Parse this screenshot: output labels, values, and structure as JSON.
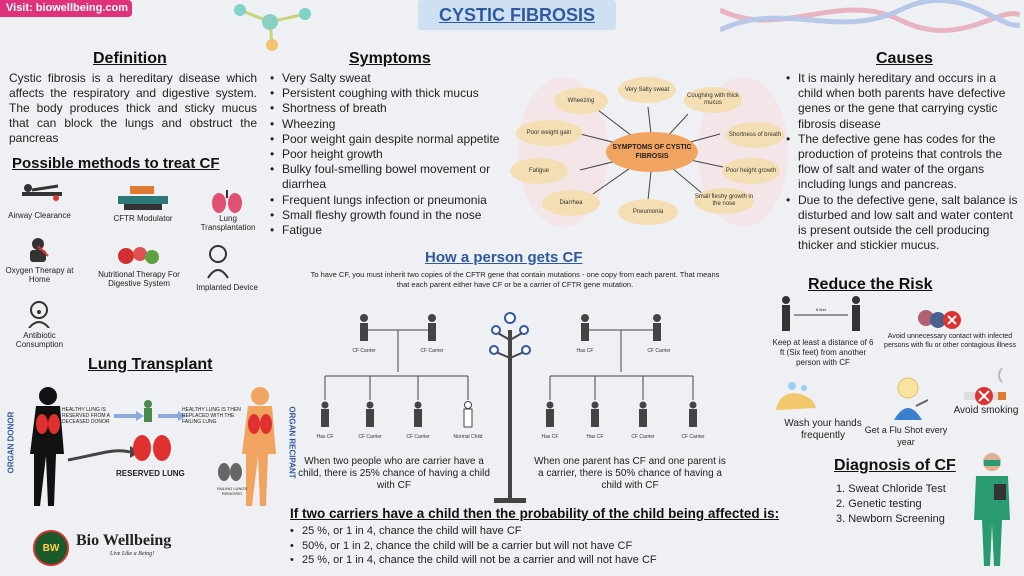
{
  "header": {
    "visit": "Visit: biowellbeing.com",
    "title": "CYSTIC FIBROSIS"
  },
  "definition": {
    "heading": "Definition",
    "text": "Cystic fibrosis is a hereditary disease which affects the respiratory and digestive system. The body produces thick and sticky mucus that can block the lungs and obstruct the pancreas"
  },
  "treatment": {
    "heading": "Possible methods to treat CF",
    "items": [
      "Airway Clearance",
      "CFTR Modulator",
      "Lung Transplantation",
      "Oxygen Therapy at Home",
      "Nutritional Therapy For Digestive System",
      "Implanted Device",
      "Antibiotic Consumption"
    ]
  },
  "symptoms": {
    "heading": "Symptoms",
    "items": [
      "Very Salty sweat",
      "Persistent coughing with thick mucus",
      "Shortness of breath",
      "Wheezing",
      "Poor weight gain despite normal appetite",
      "Poor height growth",
      "Bulky foul-smelling bowel movement or diarrhea",
      "Frequent lungs infection or pneumonia",
      "Small fleshy growth found in the nose",
      "Fatigue"
    ],
    "diagram_center": "SYMPTOMS OF CYSTIC FIBROSIS",
    "diagram_items": [
      "Very Salty sweat",
      "Coughing with thick mucus",
      "Shortness of breath",
      "Poor height growth",
      "Small fleshy growth in the nose",
      "Pneumonia",
      "Diarrhea",
      "Fatigue",
      "Poor weight gain",
      "Wheezing"
    ]
  },
  "causes": {
    "heading": "Causes",
    "items": [
      "It is mainly hereditary and occurs in a child when both parents have defective genes or the gene that carrying cystic fibrosis disease",
      "The defective gene has codes for the production of proteins that controls the flow of salt and water of the organs including lungs and pancreas.",
      "Due to the defective gene, salt balance is disturbed and low salt and water content is present outside the cell producing thicker and stickier mucus."
    ]
  },
  "inherit": {
    "heading": "How a person gets CF",
    "intro": "To have CF, you must inherit two copies of the CFTR gene that contain mutations - one copy from each parent. That means that each parent either have CF or be a  carrier of CFTR gene mutation.",
    "left_parents": [
      "CF Carrier",
      "CF Carrier"
    ],
    "left_children": [
      "Has CF",
      "CF Carrier",
      "CF Carrier",
      "Normal Child"
    ],
    "left_caption": "When two people who are carrier have a child, there is 25% chance of having a child with CF",
    "right_parents": [
      "Has CF",
      "CF Carrier"
    ],
    "right_children": [
      "Has CF",
      "Has CF",
      "CF Carrier",
      "CF Carrier"
    ],
    "right_caption": "When one parent has CF and one parent is a carrier, there is 50% chance of having a child with CF"
  },
  "probability": {
    "heading": "If two carriers have a child then the probability of the child being affected is:",
    "items": [
      "25 %, or 1 in 4, chance the child will have CF",
      "50%, or 1 in 2, chance the child will be a carrier but will not have CF",
      "25 %, or 1 in 4, chance the child will not be a carrier and will not have CF"
    ]
  },
  "lung": {
    "heading": "Lung Transplant",
    "donor": "ORGAN DONOR",
    "recipient": "ORGAN RECIPANT",
    "note1": "HEALTHY LUNG IS RESERVED FROM A DECEASED DONOR",
    "note2": "HEALTHY LUNG IS THEN REPLACED WITH THE FAILING LUNG",
    "reserved": "RESERVED LUNG",
    "failing": "FAILING LUNGS REMOVED"
  },
  "risk": {
    "heading": "Reduce the Risk",
    "distance_label": "6 feet",
    "items": [
      "Keep at least a distance of 6 ft (Six feet) from another person with CF",
      "Avoid unnecessary contact with infected persons with flu or other contagious illness",
      "Wash your hands frequently",
      "Get a Flu Shot every year",
      "Avoid smoking"
    ]
  },
  "diagnosis": {
    "heading": "Diagnosis of CF",
    "items": [
      "1. Sweat Chloride Test",
      "2. Genetic testing",
      "3. Newborn Screening"
    ]
  },
  "brand": {
    "name": "Bio Wellbeing",
    "tagline": "Live Like a Being!",
    "initials": "BW"
  },
  "colors": {
    "accent_blue": "#2f5a9e",
    "pink": "#e0317c",
    "orange": "#f0a460",
    "lung_red": "#e03030",
    "oval": "#f3dfb3"
  }
}
